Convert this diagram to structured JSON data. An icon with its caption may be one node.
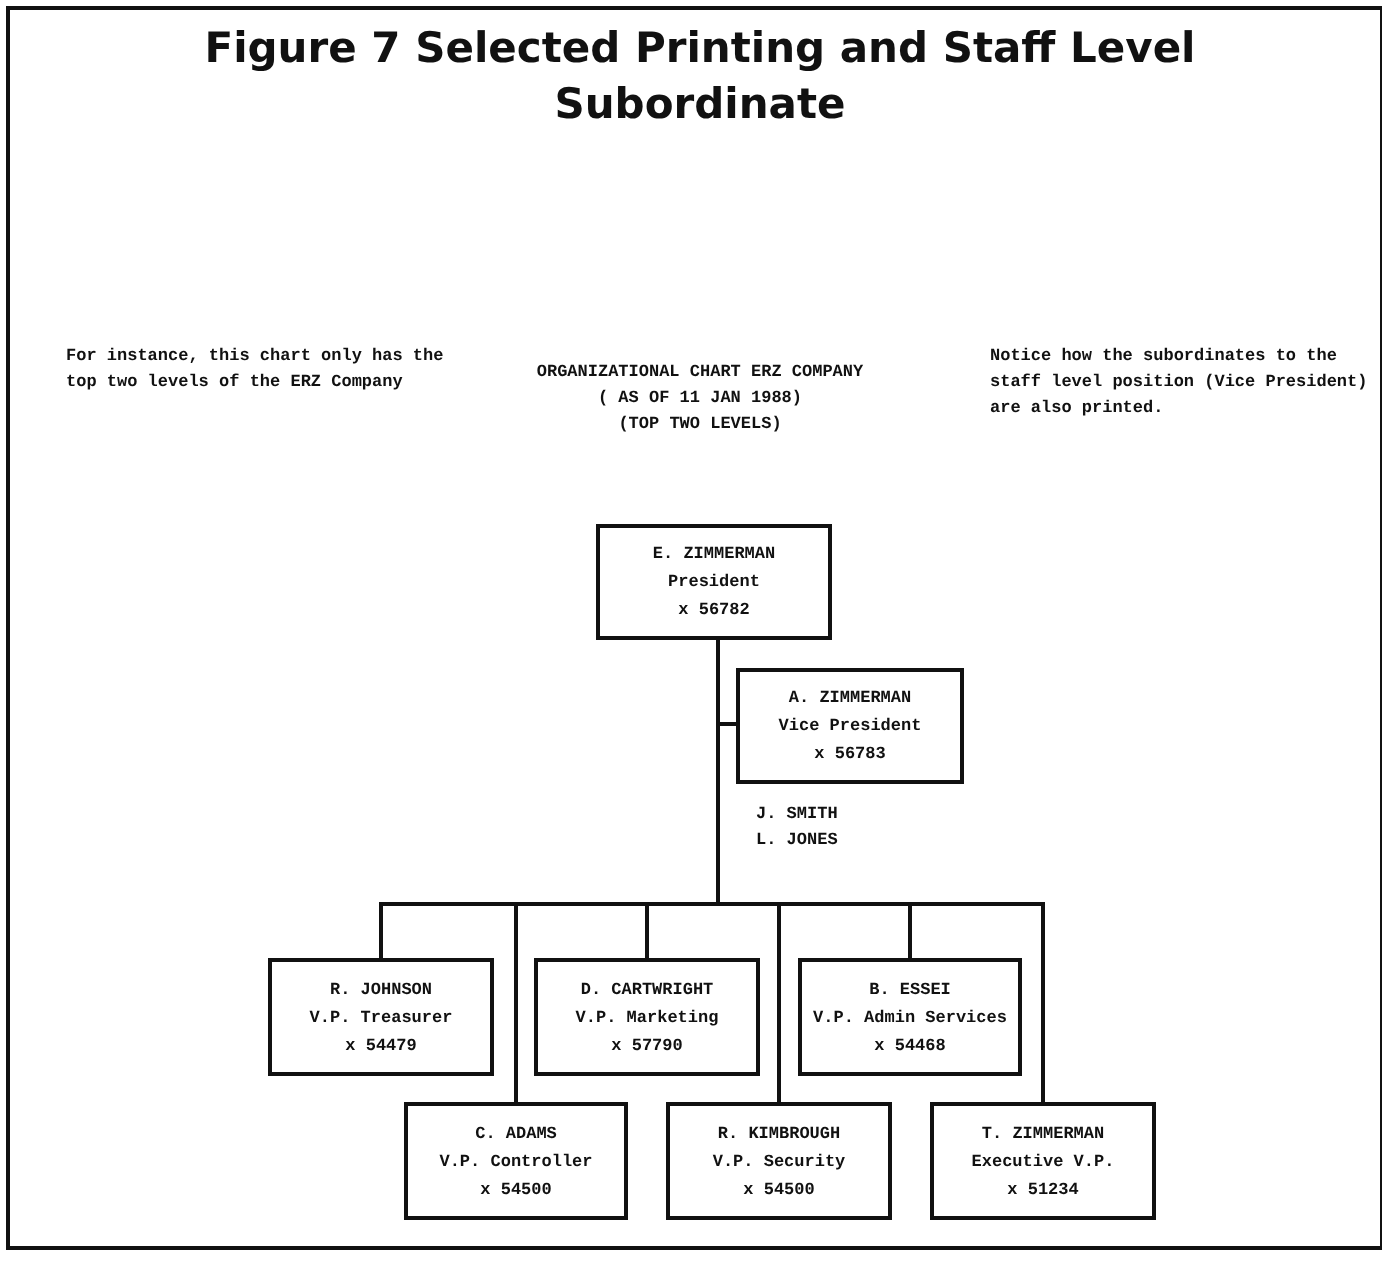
{
  "diagram": {
    "title": "Figure 7 Selected Printing and Staff Level Subordinate",
    "nodes": [
      {
        "text": [
          "E. ZIMMERMAN",
          "President",
          "x 56782"
        ]
      },
      {
        "text": [
          "A. ZIMMERMAN",
          "Vice President",
          "x 56783"
        ]
      },
      {
        "text": [
          "R. JOHNSON",
          "V.P. Treasurer",
          "x 54479"
        ]
      },
      {
        "text": [
          "C. ADAMS",
          "V.P. Controller",
          "x 54500"
        ]
      },
      {
        "text": [
          "D. CARTWRIGHT",
          "V.P. Marketing",
          "x 57790"
        ]
      },
      {
        "text": [
          "R. KIMBROUGH",
          "V.P. Security",
          "x 54500"
        ]
      },
      {
        "text": [
          "B. ESSEI",
          "V.P. Admin Services",
          "x 54468"
        ]
      },
      {
        "text": [
          "T. ZIMMERMAN",
          "Executive V.P.",
          "x 51234"
        ]
      }
    ],
    "edges": [
      {
        "from": 0,
        "to": 1,
        "arrow": "none"
      },
      {
        "from": 0,
        "to": 2,
        "arrow": "none"
      },
      {
        "from": 0,
        "to": 3,
        "arrow": "none"
      },
      {
        "from": 0,
        "to": 4,
        "arrow": "none"
      },
      {
        "from": 0,
        "to": 5,
        "arrow": "none"
      },
      {
        "from": 0,
        "to": 6,
        "arrow": "none"
      },
      {
        "from": 0,
        "to": 7,
        "arrow": "none"
      }
    ],
    "labels": [
      "ORGANIZATIONAL CHART ERZ COMPANY",
      "( AS OF 11 JAN 1988)",
      "(TOP TWO LEVELS)",
      "For instance, this chart only has the top two levels of the ERZ Company",
      "Notice how the subordinates to the staff level position (Vice President) are also printed.",
      "J. SMITH",
      "L. JONES"
    ]
  }
}
